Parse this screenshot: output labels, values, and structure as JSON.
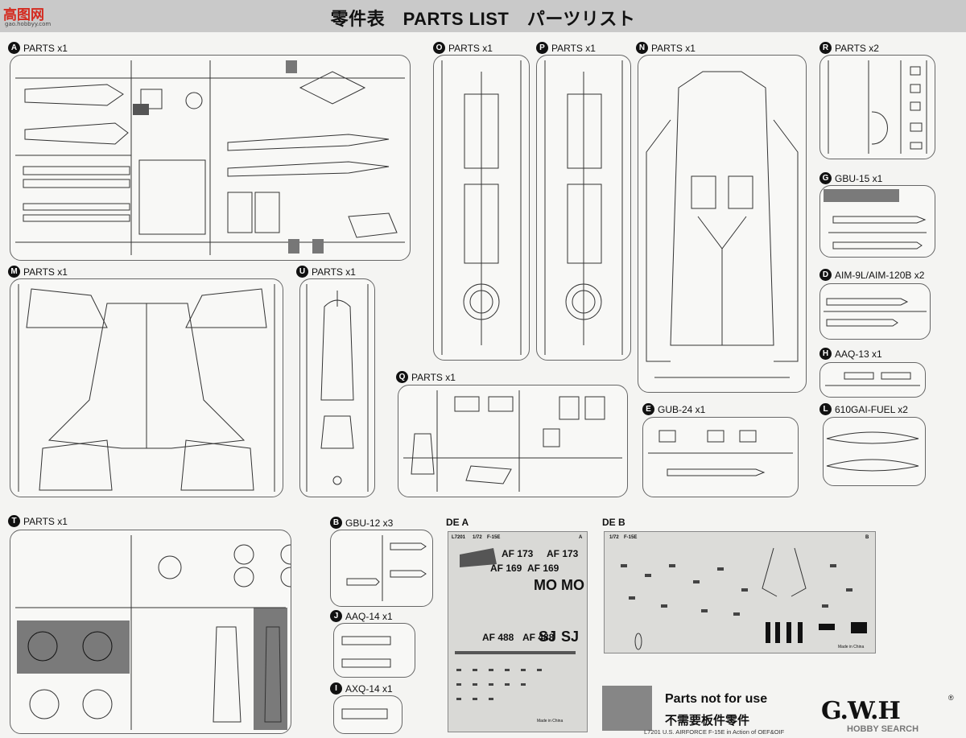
{
  "header": {
    "title": "零件表　PARTS LIST　パーツリスト"
  },
  "site_logo": {
    "glyph": "高图网",
    "url": "gao.hobbyy.com"
  },
  "sprues": [
    {
      "letter": "A",
      "label": "PARTS x1"
    },
    {
      "letter": "O",
      "label": "PARTS x1"
    },
    {
      "letter": "P",
      "label": "PARTS x1"
    },
    {
      "letter": "N",
      "label": "PARTS x1"
    },
    {
      "letter": "R",
      "label": "PARTS x2"
    },
    {
      "letter": "G",
      "label": "GBU-15 x1"
    },
    {
      "letter": "M",
      "label": "PARTS x1"
    },
    {
      "letter": "U",
      "label": "PARTS x1"
    },
    {
      "letter": "D",
      "label": "AIM-9L/AIM-120B x2"
    },
    {
      "letter": "H",
      "label": "AAQ-13 x1"
    },
    {
      "letter": "Q",
      "label": "PARTS x1"
    },
    {
      "letter": "E",
      "label": "GUB-24 x1"
    },
    {
      "letter": "L",
      "label": "610GAI-FUEL x2"
    },
    {
      "letter": "T",
      "label": "PARTS x1"
    },
    {
      "letter": "B",
      "label": "GBU-12 x3"
    },
    {
      "letter": "J",
      "label": "AAQ-14 x1"
    },
    {
      "letter": "I",
      "label": "AXQ-14 x1"
    }
  ],
  "decals": {
    "a": {
      "label": "DE A",
      "code": "L7201",
      "scale": "1/72",
      "model": "F-15E",
      "sheet": "A",
      "marks": [
        "AF 173",
        "AF 173",
        "AF 169",
        "AF 169",
        "MO",
        "MO",
        "AF 488",
        "AF 488",
        "SJ",
        "SJ"
      ],
      "made": "Made in China"
    },
    "b": {
      "label": "DE B",
      "scale": "1/72",
      "model": "F-15E",
      "sheet": "B",
      "made": "Made in China"
    }
  },
  "legend": {
    "not_for_use_en": "Parts not for use",
    "not_for_use_cn": "不需要板件零件"
  },
  "brand": "G.W.H",
  "trademark": "®",
  "watermark": "HOBBY SEARCH",
  "footer": "L7201 U.S. AIRFORCE F-15E in Action of OEF&OIF",
  "colors": {
    "header_bg": "#c9c9c9",
    "unused": "#868686",
    "frame": "#666666"
  }
}
